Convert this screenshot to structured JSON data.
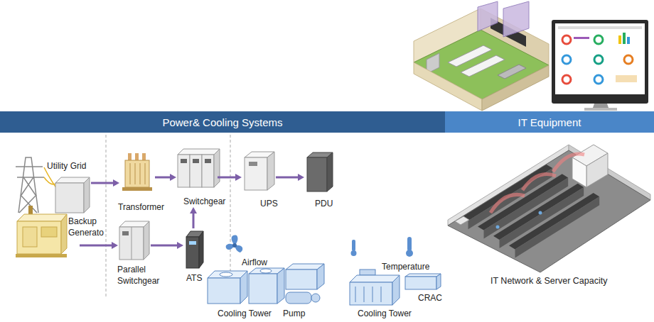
{
  "diagram": {
    "nodes": [
      {
        "text": [
          "Power& Cooling Systems"
        ]
      },
      {
        "text": [
          "IT Equipment"
        ]
      },
      {
        "text": [
          "Utility Grid"
        ]
      },
      {
        "text": [
          "Transformer"
        ]
      },
      {
        "text": [
          "Switchgear"
        ]
      },
      {
        "text": [
          "UPS"
        ]
      },
      {
        "text": [
          "PDU"
        ]
      },
      {
        "text": [
          "Backup Generato"
        ]
      },
      {
        "text": [
          "Parallel Switchgear"
        ]
      },
      {
        "text": [
          "ATS"
        ]
      }
    ],
    "edges": [
      {
        "from": 2,
        "to": 3,
        "arrow": "to"
      },
      {
        "from": 3,
        "to": 4,
        "arrow": "to"
      },
      {
        "from": 4,
        "to": 5,
        "arrow": "to"
      },
      {
        "from": 5,
        "to": 6,
        "arrow": "to"
      },
      {
        "from": 7,
        "to": 8,
        "arrow": "to"
      },
      {
        "from": 8,
        "to": 9,
        "arrow": "to"
      },
      {
        "from": 9,
        "to": 4,
        "arrow": "to"
      }
    ],
    "labels": [
      "Airflow",
      "Cooling Tower",
      "Pump",
      "Temperature",
      "Cooling Tower",
      "CRAC",
      "IT Network & Server Capacity"
    ]
  }
}
